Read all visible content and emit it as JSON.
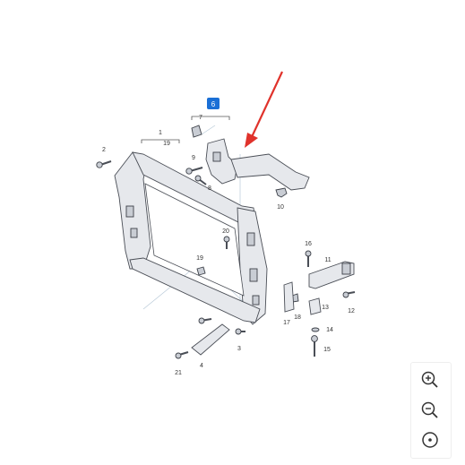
{
  "diagram": {
    "badge_label": "6",
    "callouts": [
      "1",
      "19",
      "2",
      "7",
      "9",
      "8",
      "10",
      "20",
      "16",
      "11",
      "12",
      "13",
      "14",
      "15",
      "17",
      "18",
      "3",
      "4",
      "21",
      "19"
    ]
  },
  "zoom_controls": {
    "zoom_in_icon": "zoom-in-icon",
    "zoom_out_icon": "zoom-out-icon",
    "reset_icon": "target-icon"
  },
  "colors": {
    "badge": "#1a6fd6",
    "arrow": "#e0322b",
    "part_fill": "#e6e8ec",
    "part_stroke": "#4a4e56"
  }
}
